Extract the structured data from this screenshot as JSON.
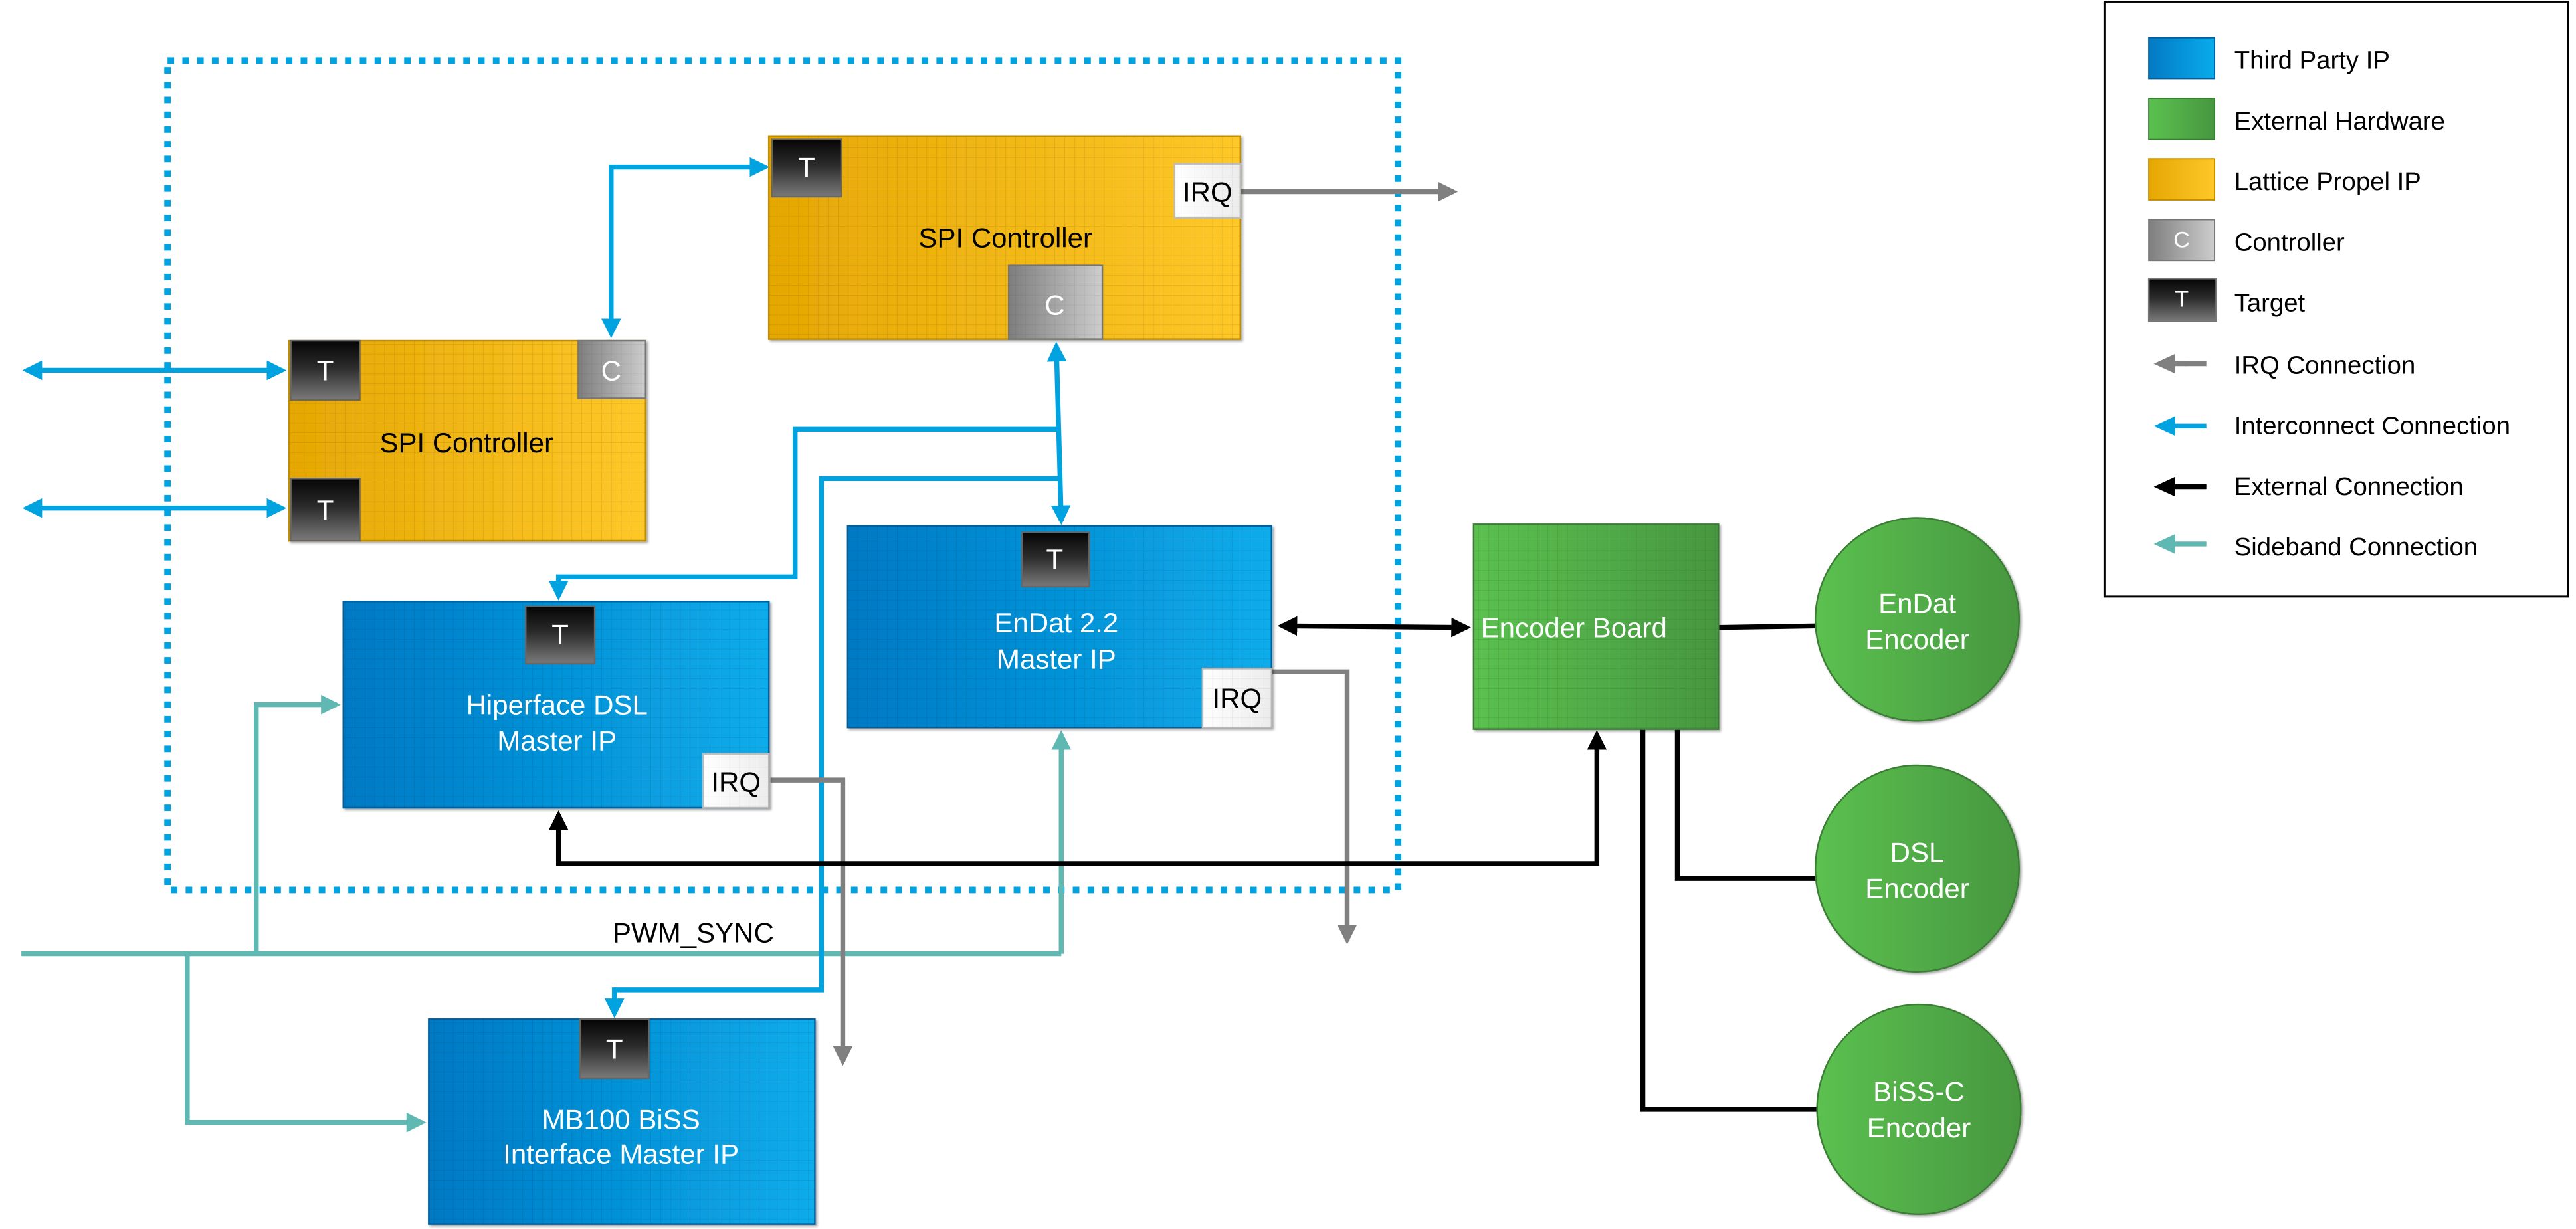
{
  "diagram": {
    "container_note": "dotted FPGA boundary",
    "colors": {
      "third_party_ip": "#0a8fd9",
      "external_hardware": "#4fb04a",
      "lattice_propel_ip": "#f2b416",
      "controller": "#9a9a9a",
      "target": "#1a1a1a",
      "irq_connection": "#808080",
      "interconnect_connection": "#00a3e0",
      "external_connection": "#000000",
      "sideband_connection": "#5fb8b1",
      "boundary": "#00a3e0"
    },
    "blocks": {
      "spi_top": {
        "label": "SPI Controller",
        "target_port": "T",
        "controller_port": "C",
        "irq_port": "IRQ"
      },
      "spi_left": {
        "label": "SPI Controller",
        "target_port_1": "T",
        "target_port_2": "T",
        "controller_port": "C"
      },
      "hiperface": {
        "line1": "Hiperface DSL",
        "line2": "Master IP",
        "target_port": "T",
        "irq_port": "IRQ"
      },
      "endat": {
        "line1": "EnDat 2.2",
        "line2": "Master IP",
        "target_port": "T",
        "irq_port": "IRQ"
      },
      "mb100": {
        "line1": "MB100 BiSS",
        "line2": "Interface Master IP",
        "target_port": "T"
      },
      "encoder_board": {
        "label": "Encoder Board"
      },
      "endat_encoder": {
        "line1": "EnDat",
        "line2": "Encoder"
      },
      "dsl_encoder": {
        "line1": "DSL",
        "line2": "Encoder"
      },
      "bissc_encoder": {
        "line1": "BiSS-C",
        "line2": "Encoder"
      }
    },
    "signals": {
      "pwm_sync": "PWM_SYNC"
    }
  },
  "legend": {
    "items": [
      {
        "key": "third_party_ip",
        "label": "Third Party IP",
        "swatch_text": ""
      },
      {
        "key": "external_hardware",
        "label": "External Hardware",
        "swatch_text": ""
      },
      {
        "key": "lattice_propel_ip",
        "label": "Lattice Propel IP",
        "swatch_text": ""
      },
      {
        "key": "controller",
        "label": "Controller",
        "swatch_text": "C"
      },
      {
        "key": "target",
        "label": "Target",
        "swatch_text": "T"
      },
      {
        "key": "irq_connection",
        "label": "IRQ Connection"
      },
      {
        "key": "interconnect_connection",
        "label": "Interconnect Connection"
      },
      {
        "key": "external_connection",
        "label": "External Connection"
      },
      {
        "key": "sideband_connection",
        "label": "Sideband Connection"
      }
    ]
  }
}
